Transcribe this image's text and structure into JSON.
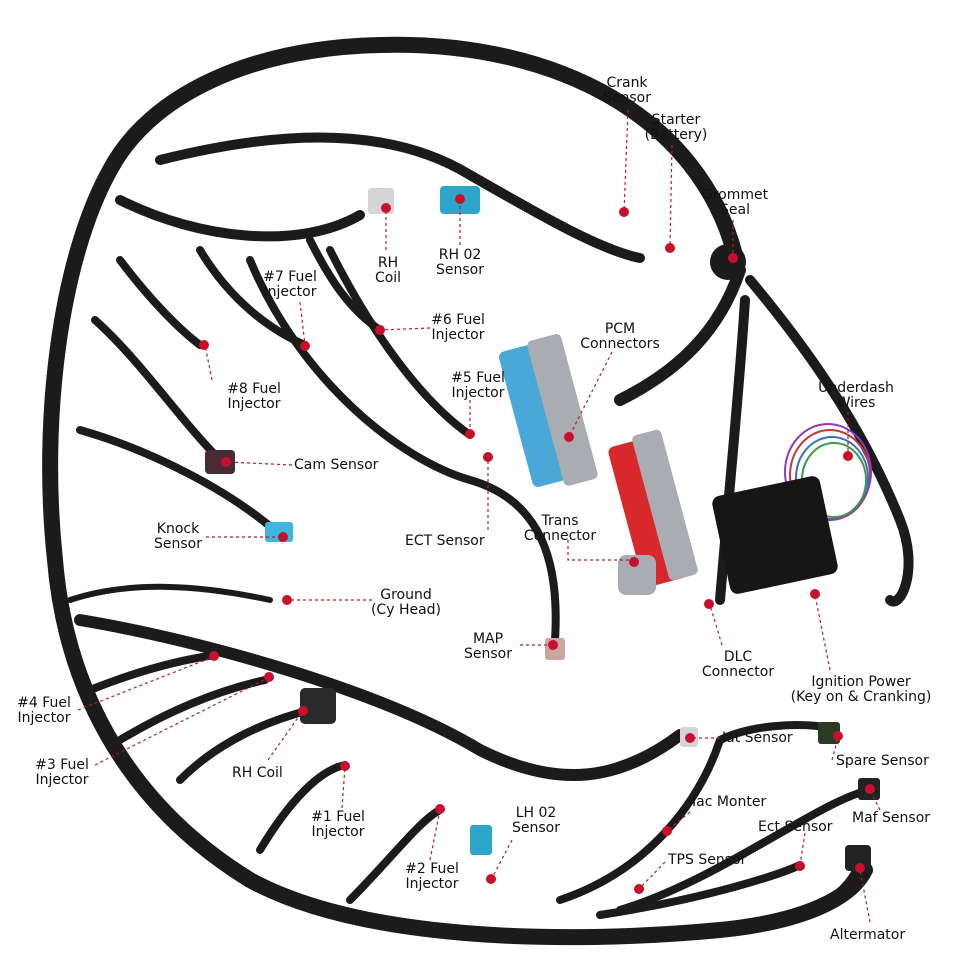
{
  "colors": {
    "harness": "#1b1b1b",
    "leader": "#b51f24",
    "dot": "#c8102e",
    "connector_blue": "#4aa8d8",
    "connector_red": "#d8282c",
    "connector_gray": "#a9acb0",
    "background": "#ffffff"
  },
  "labels": {
    "crank_sensor": "Crank\nSensor",
    "starter_battery": "Starter\n(Battery)",
    "grommet_seal": "Grommet\nSeal",
    "rh_coil_top": "RH\nCoil",
    "rh_o2_sensor": "RH 02\nSensor",
    "fuel_injector_7": "#7 Fuel\nInjector",
    "fuel_injector_6": "#6 Fuel\nInjector",
    "pcm_connectors": "PCM\nConnectors",
    "fuel_injector_8": "#8 Fuel\nInjector",
    "fuel_injector_5": "#5 Fuel\nInjector",
    "underdash_wires": "Underdash\nWires",
    "cam_sensor": "Cam Sensor",
    "knock_sensor": "Knock\nSensor",
    "ect_sensor": "ECT Sensor",
    "trans_connector": "Trans\nConnector",
    "ground": "Ground\n(Cy Head)",
    "map_sensor": "MAP\nSensor",
    "dlc_connector": "DLC\nConnector",
    "ignition_power": "Ignition Power\n(Key on & Cranking)",
    "fuel_injector_4": "#4 Fuel\nInjector",
    "fuel_injector_3": "#3 Fuel\nInjector",
    "rh_coil_bottom": "RH Coil",
    "iat_sensor": "Iat Sensor",
    "spare_sensor": "Spare Sensor",
    "iac_monter": "Iac Monter",
    "maf_sensor": "Maf Sensor",
    "fuel_injector_1": "#1 Fuel\nInjector",
    "lh_o2_sensor": "LH 02\nSensor",
    "ect_sensor_small": "Ect Sensor",
    "tps_sensor": "TPS Sensor",
    "fuel_injector_2": "#2 Fuel\nInjector",
    "altermator": "Altermator"
  }
}
